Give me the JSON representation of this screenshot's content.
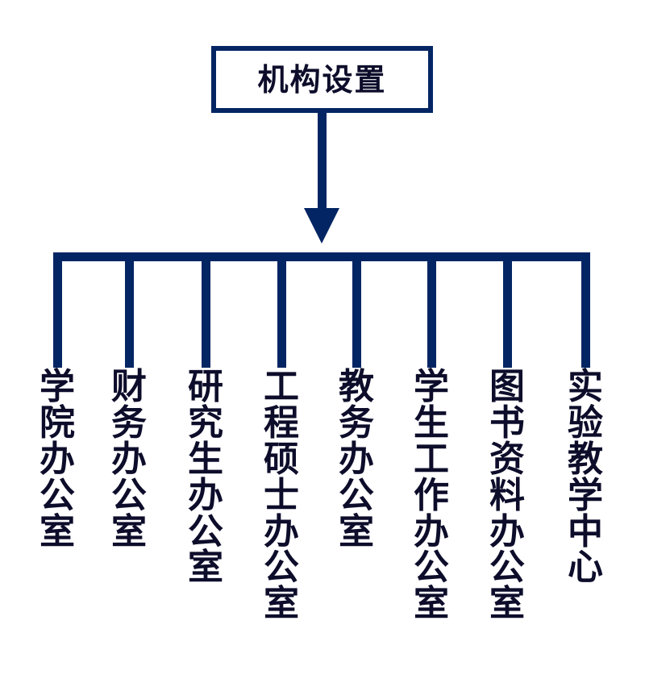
{
  "diagram": {
    "title": "机构设置",
    "type": "organization-chart",
    "orientation": "top-down",
    "colors": {
      "line": "#032563",
      "text": "#0d0d2b",
      "background": "#ffffff"
    },
    "root": {
      "label": "机构设置",
      "shape": "rectangle"
    },
    "connector": {
      "kind": "arrow",
      "direction": "down"
    },
    "children": [
      {
        "label": "学院办公室",
        "chars": [
          "学",
          "院",
          "办",
          "公",
          "室"
        ]
      },
      {
        "label": "财务办公室",
        "chars": [
          "财",
          "务",
          "办",
          "公",
          "室"
        ]
      },
      {
        "label": "研究生办公室",
        "chars": [
          "研",
          "究",
          "生",
          "办",
          "公",
          "室"
        ]
      },
      {
        "label": "工程硕士办公室",
        "chars": [
          "工",
          "程",
          "硕",
          "士",
          "办",
          "公",
          "室"
        ]
      },
      {
        "label": "教务办公室",
        "chars": [
          "教",
          "务",
          "办",
          "公",
          "室"
        ]
      },
      {
        "label": "学生工作办公室",
        "chars": [
          "学",
          "生",
          "工",
          "作",
          "办",
          "公",
          "室"
        ]
      },
      {
        "label": "图书资料办公室",
        "chars": [
          "图",
          "书",
          "资",
          "料",
          "办",
          "公",
          "室"
        ]
      },
      {
        "label": "实验教学中心",
        "chars": [
          "实",
          "验",
          "教",
          "学",
          "中",
          "心"
        ]
      }
    ]
  }
}
